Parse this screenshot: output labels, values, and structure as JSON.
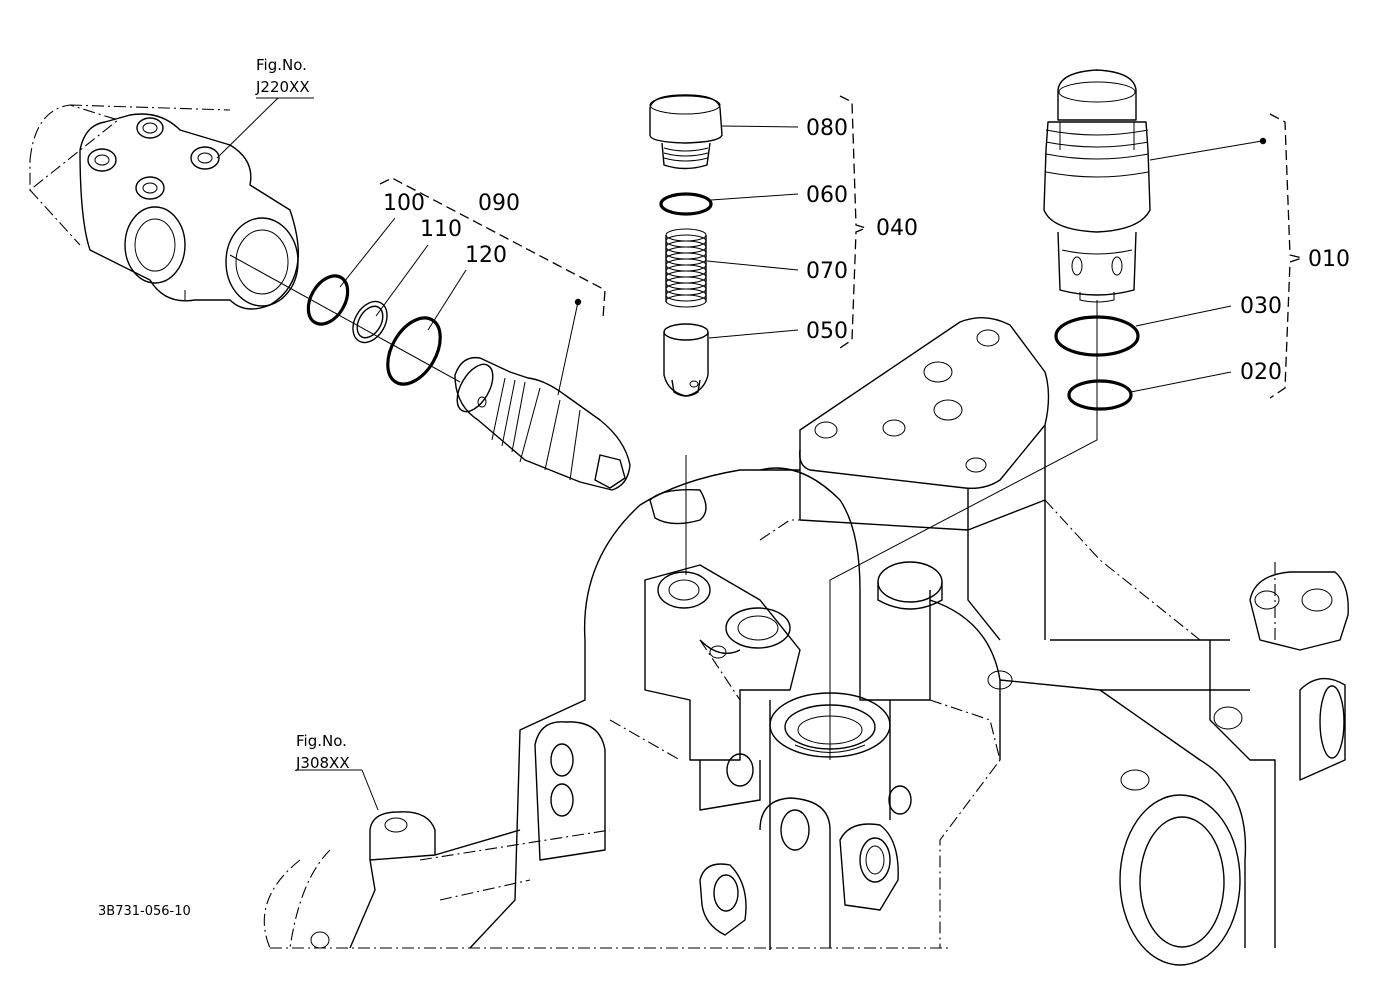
{
  "figure_refs": [
    {
      "label": "Fig.No.",
      "code": "J220XX"
    },
    {
      "label": "Fig.No.",
      "code": "J308XX"
    }
  ],
  "part_labels": [
    "100",
    "090",
    "110",
    "120",
    "080",
    "060",
    "040",
    "070",
    "050",
    "010",
    "030",
    "020"
  ],
  "drawing_number": "3B731-056-10"
}
